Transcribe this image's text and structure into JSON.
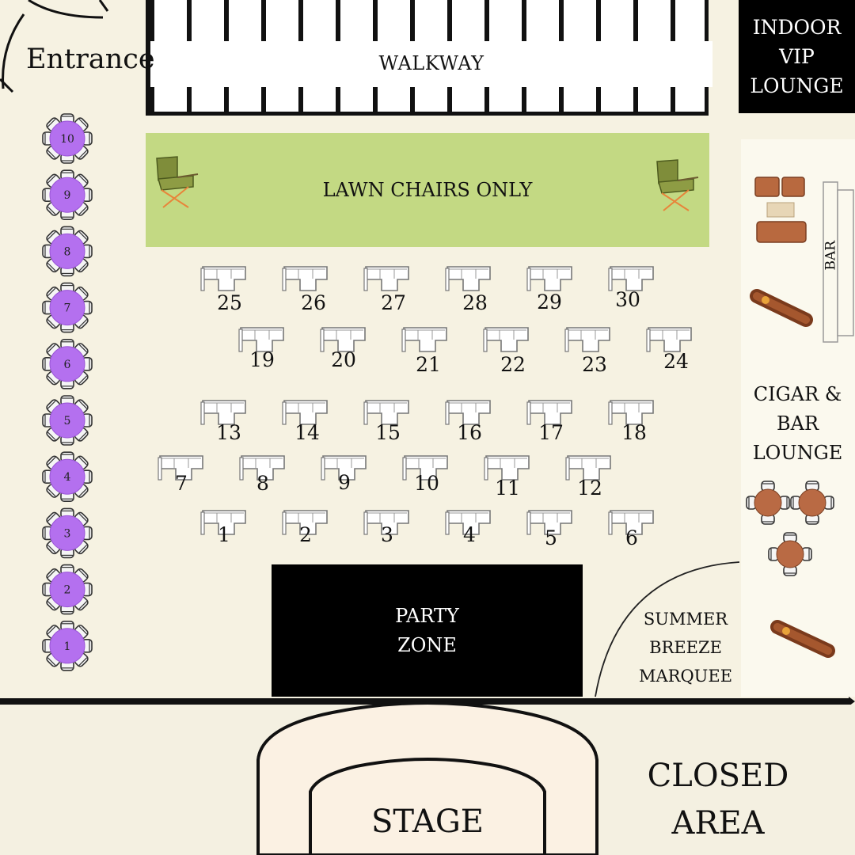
{
  "map": {
    "entrance_label": "Entrance",
    "walkway_label": "WALKWAY",
    "vip_lounge_lines": [
      "INDOOR",
      "VIP",
      "LOUNGE"
    ],
    "lawn_label": "LAWN CHAIRS ONLY",
    "bar_label": "BAR",
    "cigar_lounge_lines": [
      "CIGAR &",
      "BAR",
      "LOUNGE"
    ],
    "party_zone_lines": [
      "PARTY",
      "ZONE"
    ],
    "marquee_lines": [
      "SUMMER",
      "BREEZE",
      "MARQUEE"
    ],
    "stage_label": "STAGE",
    "closed_area_lines": [
      "CLOSED",
      "AREA"
    ]
  },
  "round_tables": [
    "10",
    "9",
    "8",
    "7",
    "6",
    "5",
    "4",
    "3",
    "2",
    "1"
  ],
  "sofa_rows": [
    [
      "25",
      "26",
      "27",
      "28",
      "29",
      "30"
    ],
    [
      "19",
      "20",
      "21",
      "22",
      "23",
      "24"
    ],
    [
      "13",
      "14",
      "15",
      "16",
      "17",
      "18"
    ],
    [
      "7",
      "8",
      "9",
      "10",
      "11",
      "12"
    ],
    [
      "1",
      "2",
      "3",
      "4",
      "5",
      "6"
    ]
  ],
  "colors": {
    "background": "#f6f2e2",
    "round_table": "#b470ef",
    "lawn": "#c3d983",
    "cigar_table": "#b96a44",
    "stage_fill": "#fbf1e3",
    "dark_zone": "#000000",
    "lounge_sofa": "#b8693f"
  },
  "icons": [
    "lawn-chair-icon",
    "sofa-icon",
    "cigar-icon",
    "round-table-icon",
    "lounge-set-icon",
    "door-icon"
  ]
}
